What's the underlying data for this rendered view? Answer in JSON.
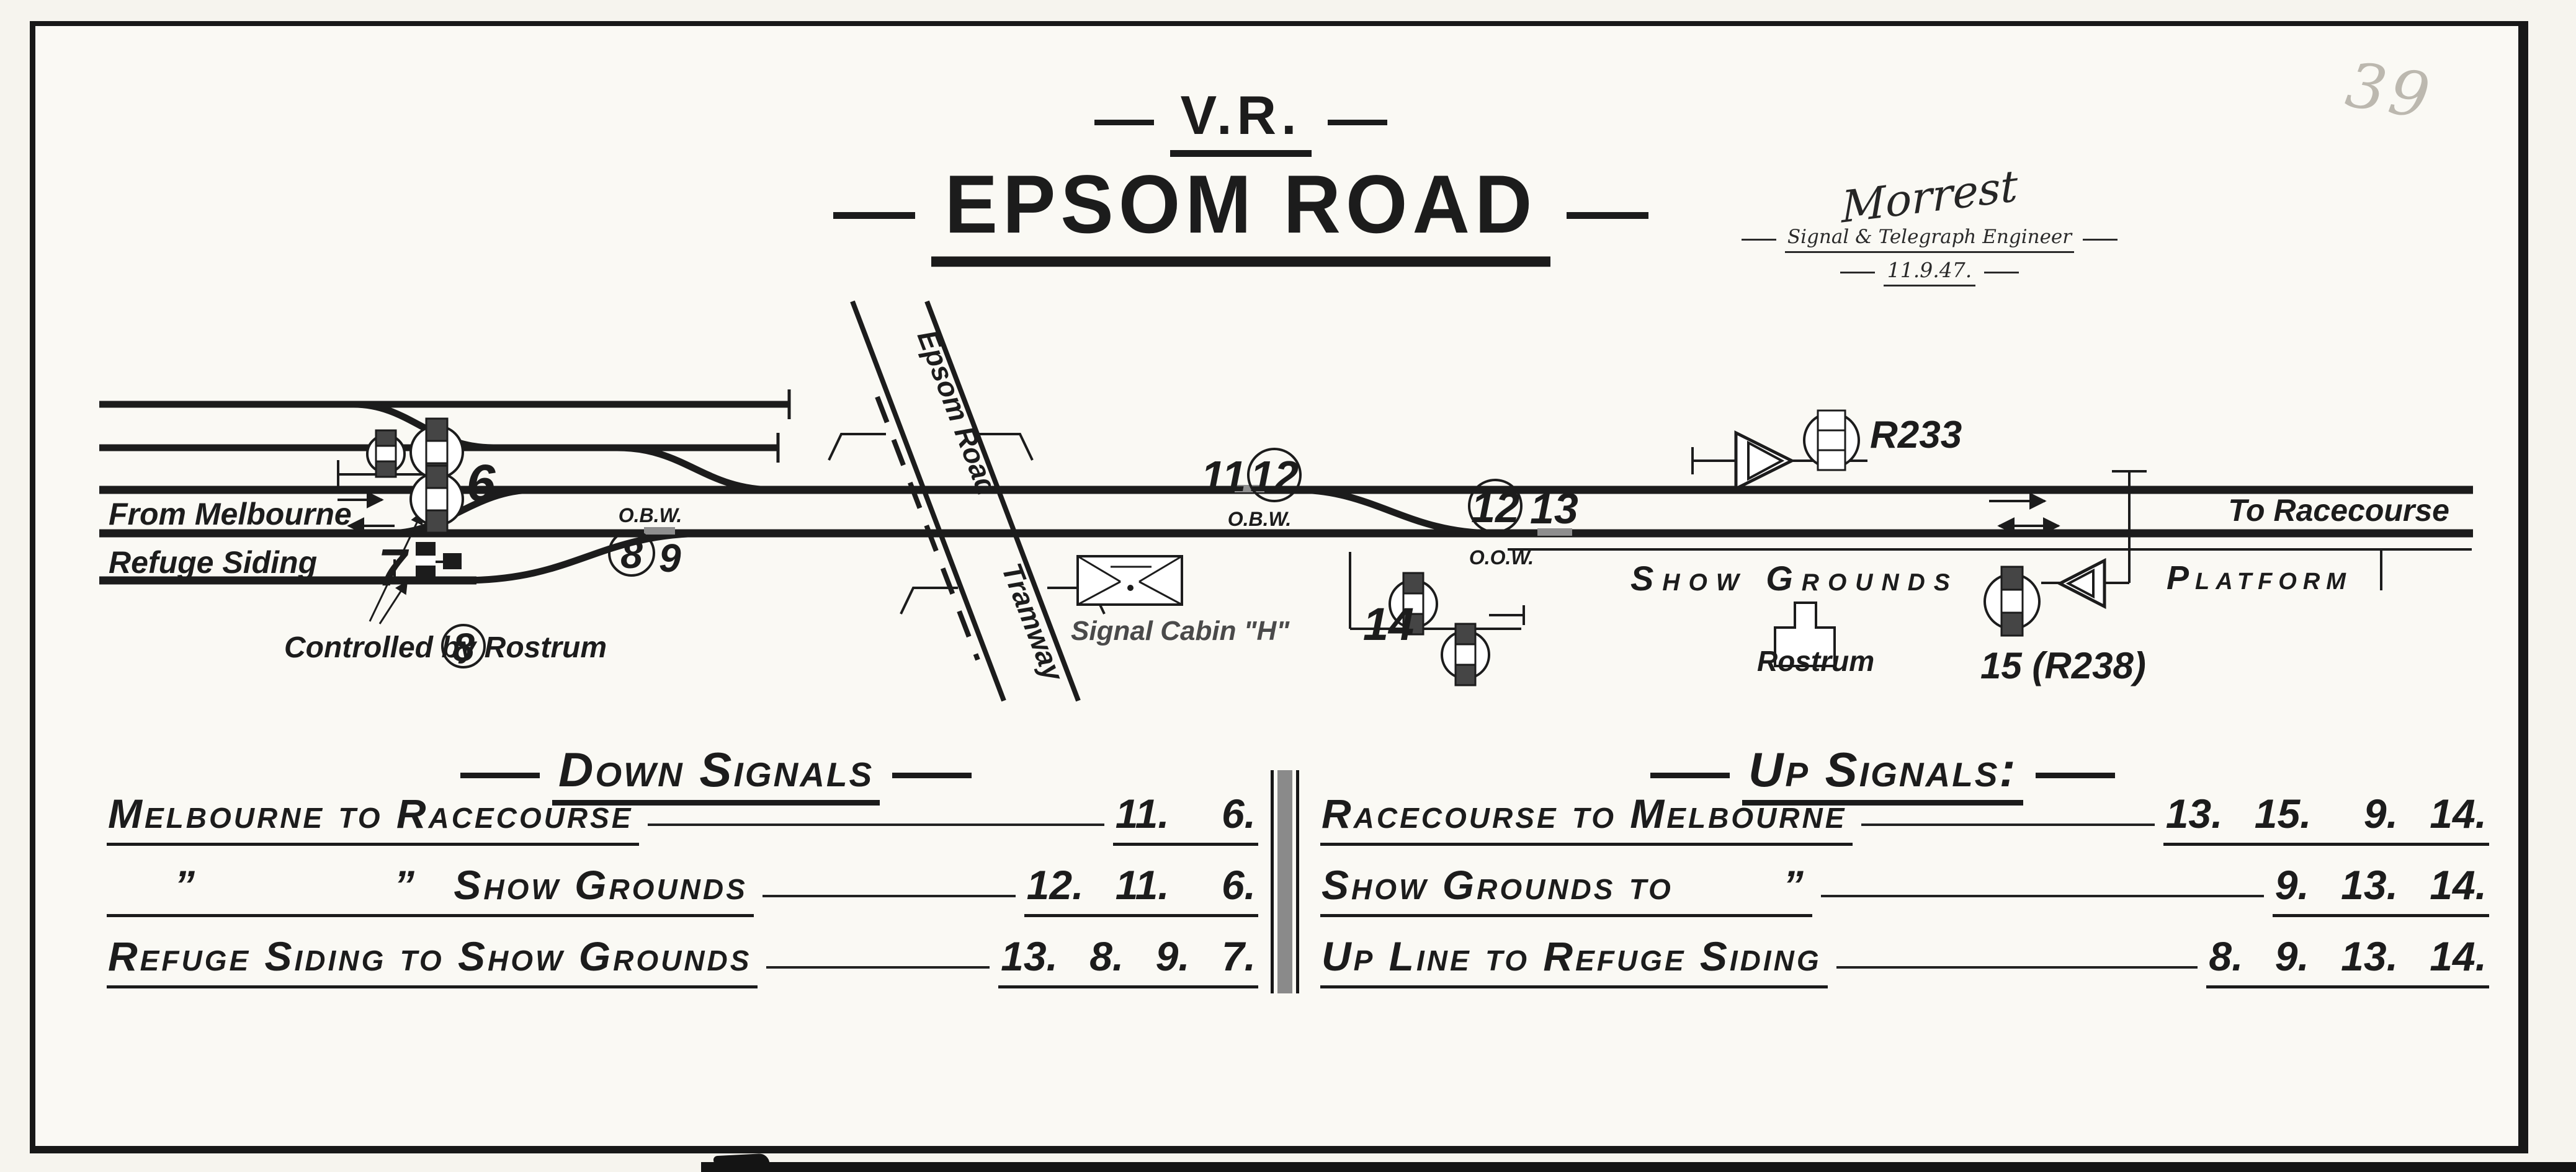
{
  "page": {
    "pencil_number": "39"
  },
  "title": {
    "prefix": "V.R.",
    "main": "EPSOM ROAD"
  },
  "signature": {
    "name": "Morrest",
    "role": "Signal & Telegraph Engineer",
    "date": "11.9.47."
  },
  "diagram": {
    "labels": {
      "from_melbourne": "From Melbourne",
      "refuge_siding": "Refuge Siding",
      "to_racecourse": "To Racecourse",
      "controlled_by_rostrum": "Controlled by Rostrum",
      "epsom_road": "Epsom Road",
      "tramway": "Tramway",
      "signal_cabin": "Signal Cabin \"H\"",
      "show_grounds": "Show  Grounds",
      "platform": "Platform",
      "rostrum": "Rostrum",
      "obw_left": "O.B.W.",
      "obw_mid": "O.B.W.",
      "oow": "O.O.W."
    },
    "signals": {
      "s6": "6",
      "s7": "7",
      "s8_circled": "8",
      "s8_junction": "8",
      "s9": "9",
      "s11": "11",
      "s12_circled_a": "12",
      "s12_circled_b": "12",
      "s13": "13",
      "s14": "14",
      "r233": "R233",
      "s15": "15 (R238)"
    }
  },
  "down_signals": {
    "heading": "Down Signals",
    "rows": [
      {
        "route": "Melbourne to Racecourse",
        "levers": "11.  6."
      },
      {
        "route": "  ”     ”  Show Grounds",
        "levers": "12.  11.  6."
      },
      {
        "route": "Refuge Siding to Show Grounds",
        "levers": "13.  8.  9.  7."
      }
    ]
  },
  "up_signals": {
    "heading": "Up Signals:",
    "rows": [
      {
        "route": "Racecourse to Melbourne",
        "levers": "13.  15.  9.  14."
      },
      {
        "route": "Show Grounds to   ”",
        "levers": "9.  13.  14."
      },
      {
        "route": "Up Line to Refuge Siding",
        "levers": "8.  9.  13.  14."
      }
    ]
  }
}
